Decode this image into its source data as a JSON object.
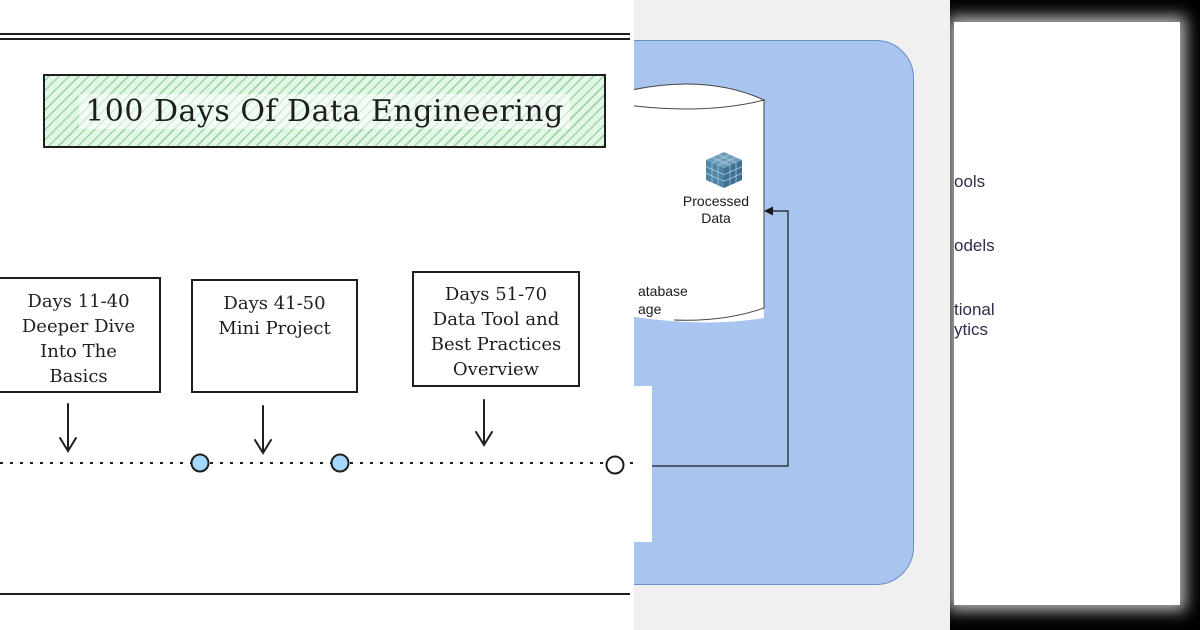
{
  "roadmap": {
    "title": "100 Days Of Data Engineering",
    "milestones": [
      {
        "lines": [
          "Days 11-40",
          "Deeper Dive",
          "Into The",
          "Basics"
        ]
      },
      {
        "lines": [
          "Days 41-50",
          "Mini Project"
        ]
      },
      {
        "lines": [
          "Days 51-70",
          "Data Tool and",
          "Best Practices",
          "Overview"
        ]
      }
    ]
  },
  "diagram": {
    "processed_data_label": "Processed\nData",
    "database_label": "atabase\nage",
    "icon": "cube-stack-icon",
    "colors": {
      "container": "#a9c4ef",
      "icon": "#4f86a8",
      "background": "#f0f0f0"
    }
  },
  "card": {
    "items": [
      {
        "text": "ools"
      },
      {
        "text": "odels"
      },
      {
        "text": "tional\nytics"
      }
    ]
  }
}
